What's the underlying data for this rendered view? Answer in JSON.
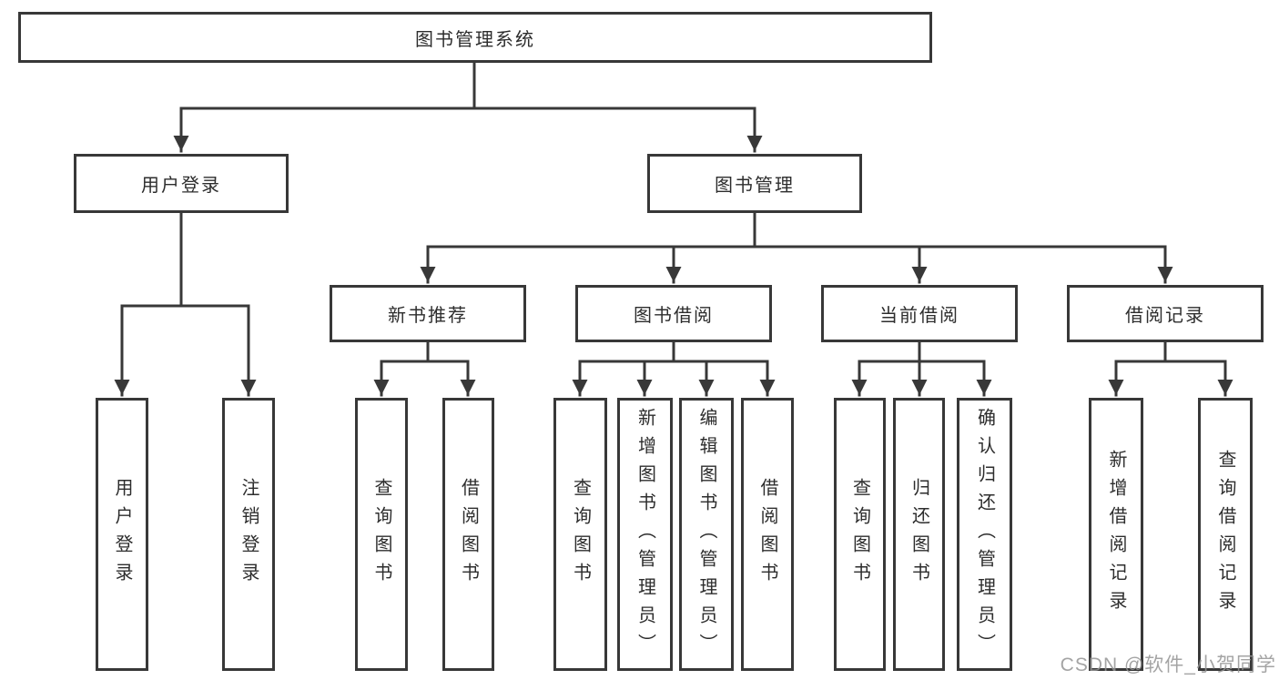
{
  "diagram": {
    "title_node": {
      "label": "图书管理系统"
    },
    "level2": [
      {
        "label": "用户登录"
      },
      {
        "label": "图书管理"
      }
    ],
    "level3": [
      {
        "label": "新书推荐",
        "parent": "图书管理"
      },
      {
        "label": "图书借阅",
        "parent": "图书管理"
      },
      {
        "label": "当前借阅",
        "parent": "图书管理"
      },
      {
        "label": "借阅记录",
        "parent": "图书管理"
      }
    ],
    "leaves": [
      {
        "label": "用户登录",
        "parent": "用户登录"
      },
      {
        "label": "注销登录",
        "parent": "用户登录"
      },
      {
        "label": "查询图书",
        "parent": "新书推荐"
      },
      {
        "label": "借阅图书",
        "parent": "新书推荐"
      },
      {
        "label": "查询图书",
        "parent": "图书借阅"
      },
      {
        "label": "新增图书（管理员）",
        "parent": "图书借阅"
      },
      {
        "label": "编辑图书（管理员）",
        "parent": "图书借阅"
      },
      {
        "label": "借阅图书",
        "parent": "图书借阅"
      },
      {
        "label": "查询图书",
        "parent": "当前借阅"
      },
      {
        "label": "归还图书",
        "parent": "当前借阅"
      },
      {
        "label": "确认归还（管理员）",
        "parent": "当前借阅"
      },
      {
        "label": "新增借阅记录",
        "parent": "借阅记录"
      },
      {
        "label": "查询借阅记录",
        "parent": "借阅记录"
      }
    ],
    "line_color": "#383838",
    "box_border_color": "#383838",
    "text_color": "#2d2d2d"
  },
  "watermark": {
    "text": "CSDN @软件_小贺同学",
    "color": "#949494"
  }
}
